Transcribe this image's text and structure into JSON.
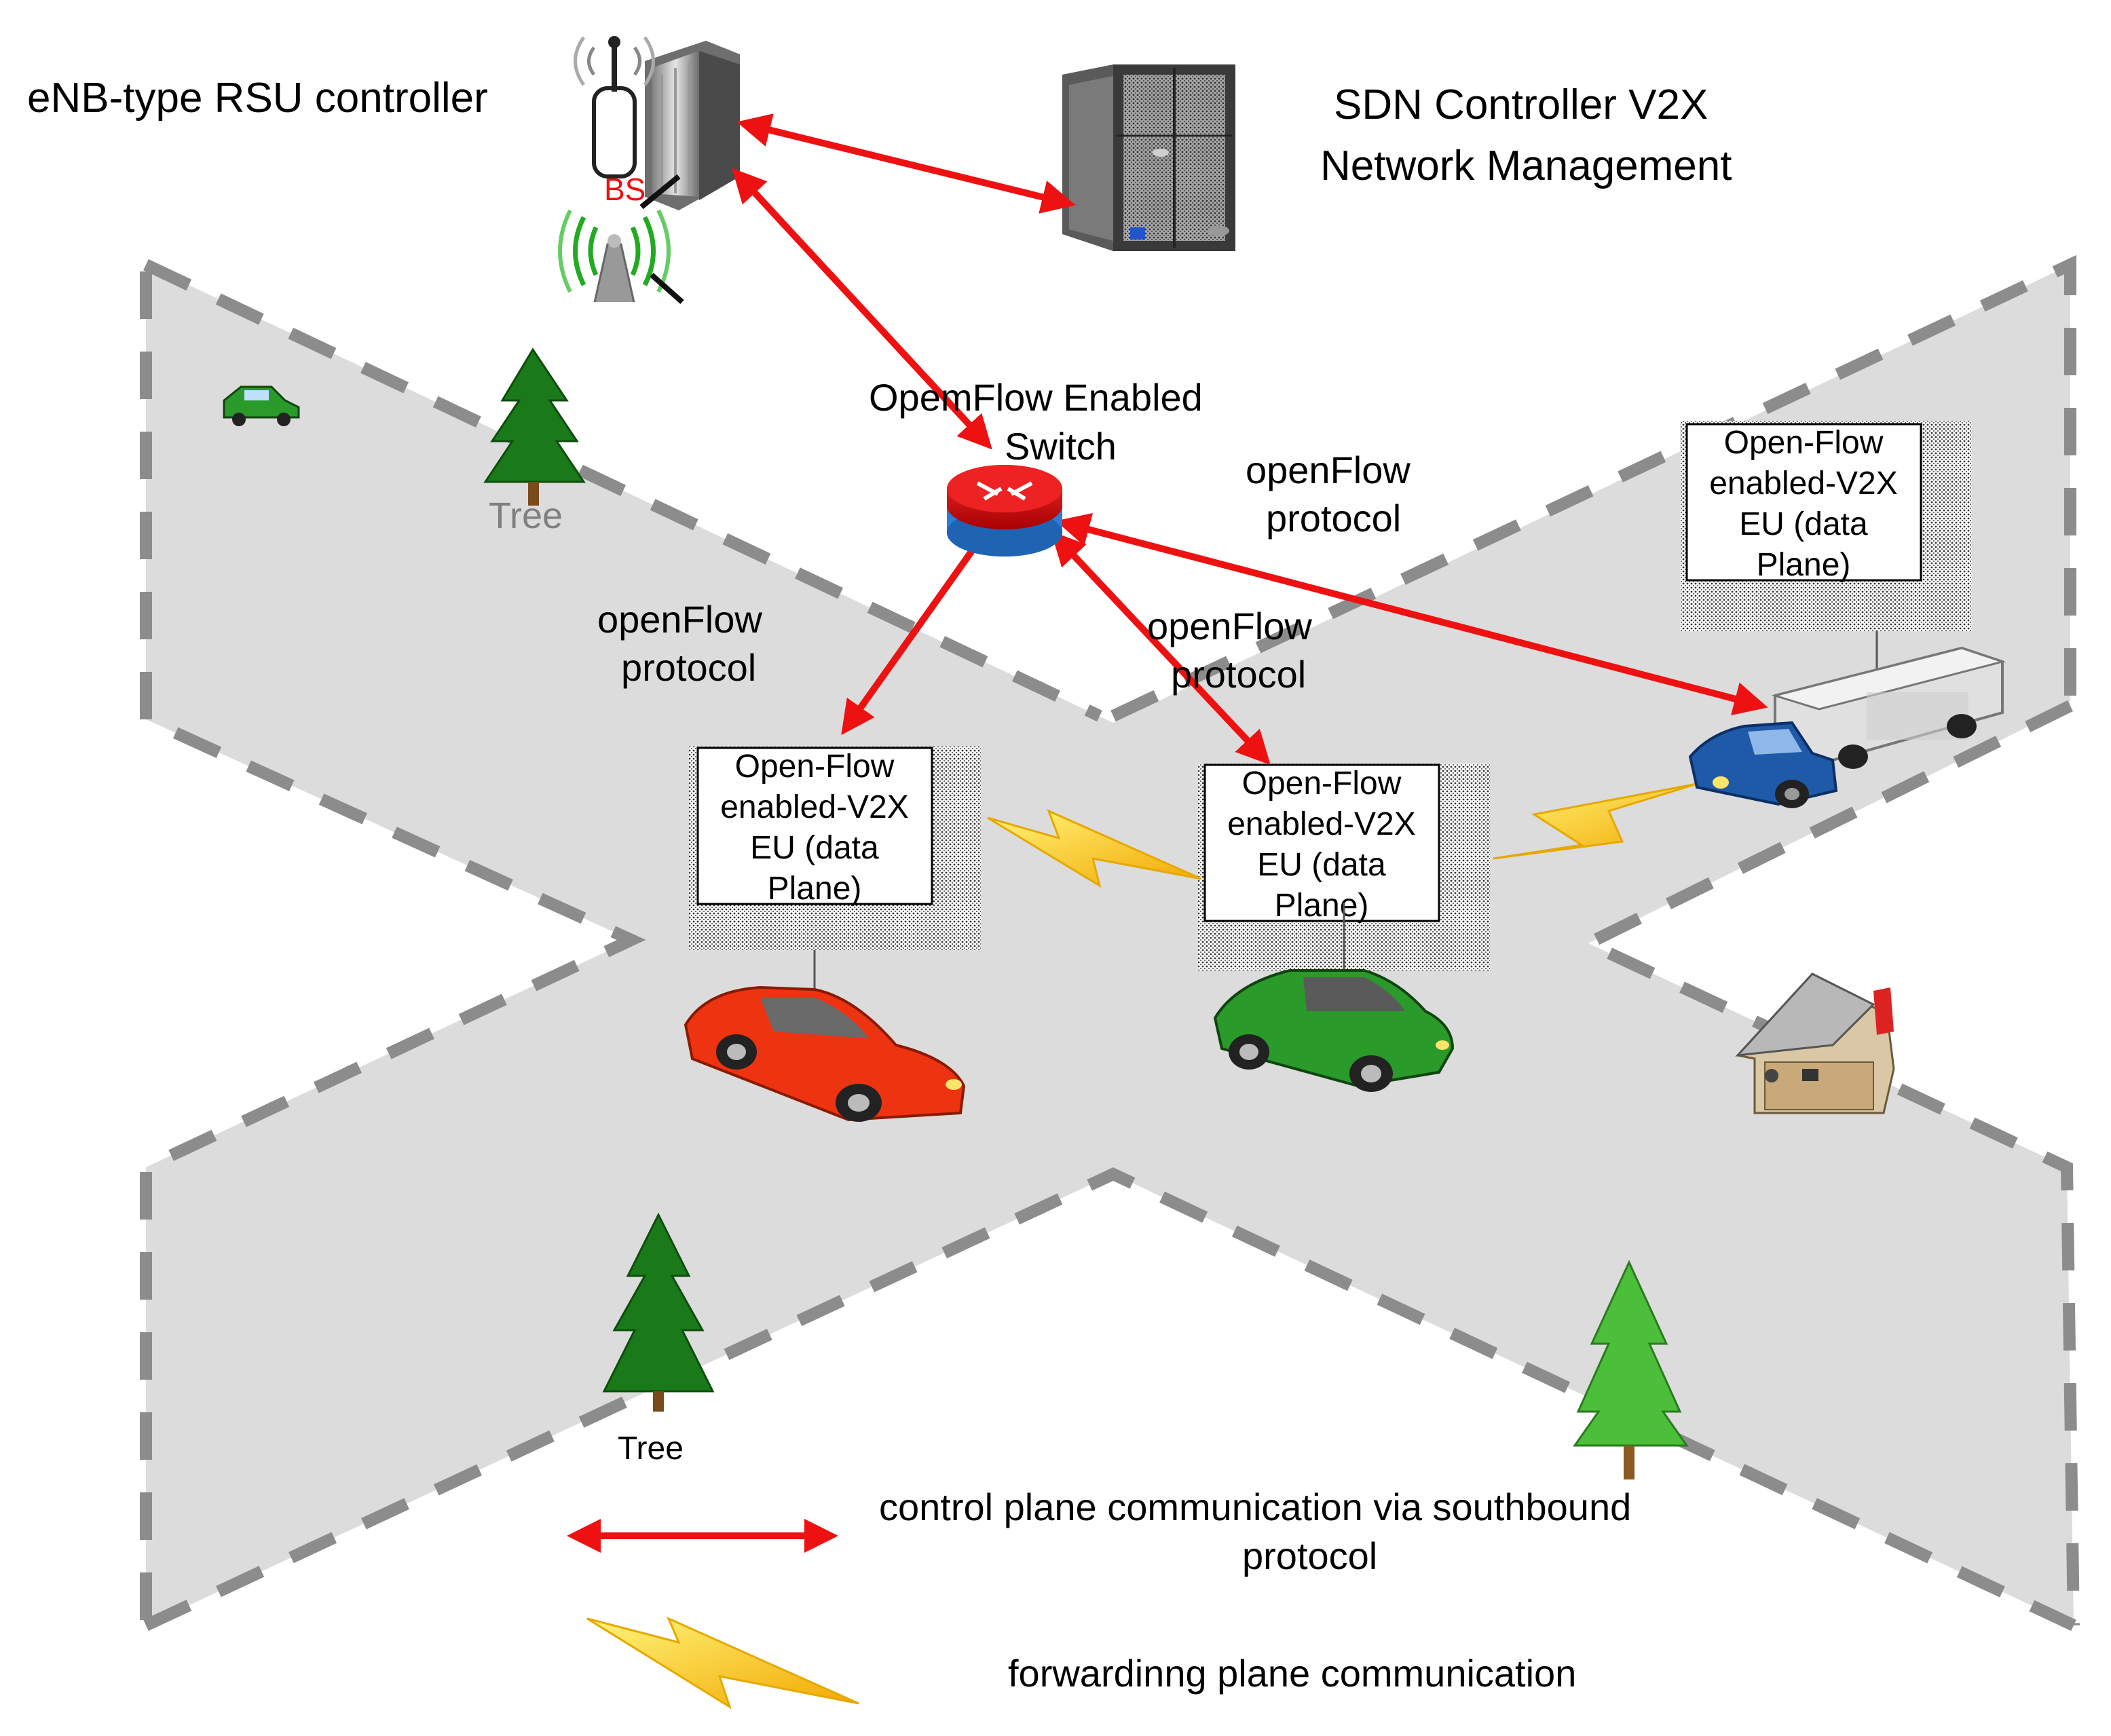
{
  "labels": {
    "rsu_controller": "eNB-type RSU controller",
    "bs": "BS",
    "sdn_line1": "SDN Controller V2X",
    "sdn_line2": "Network Management",
    "switch_line1": "OpemFlow Enabled",
    "switch_line2": "Switch",
    "proto_left_1": "openFlow",
    "proto_left_2": "protocol",
    "proto_center_1": "openFlow",
    "proto_center_2": "protocol",
    "proto_right_1": "openFlow",
    "proto_right_2": "protocol",
    "tree_top": "Tree",
    "tree_bottom": "Tree"
  },
  "eu_boxes": [
    {
      "l1": "Open-Flow",
      "l2": "enabled-V2X",
      "l3": "EU (data",
      "l4": "Plane)"
    },
    {
      "l1": "Open-Flow",
      "l2": "enabled-V2X",
      "l3": "EU (data",
      "l4": "Plane)"
    },
    {
      "l1": "Open-Flow",
      "l2": "enabled-V2X",
      "l3": "EU (data",
      "l4": "Plane)"
    }
  ],
  "legend": {
    "control_line1": "control plane communication via southbound",
    "control_line2": "protocol",
    "forwarding": "forwardinng plane communication"
  },
  "colors": {
    "control_arrow": "#ee1111",
    "lightning": "#ffd400",
    "road": "#dcdcdc",
    "road_edge": "#8c8c8c"
  }
}
